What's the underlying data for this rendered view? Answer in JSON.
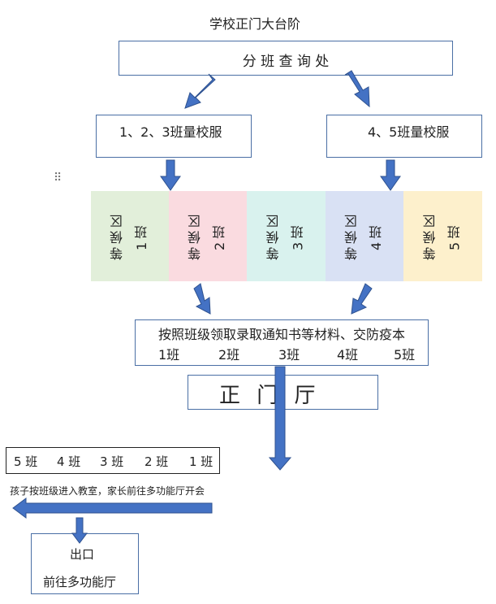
{
  "title": "学校正门大台阶",
  "enquiry": "分 班 查 询 处",
  "uniform_left": "1、2、3班量校服",
  "uniform_right": "4、5班量校服",
  "zones": [
    {
      "class_label": "1班",
      "wait_label": "等候区",
      "color": "#e2efda"
    },
    {
      "class_label": "2班",
      "wait_label": "等候区",
      "color": "#fadbe0"
    },
    {
      "class_label": "3班",
      "wait_label": "等候区",
      "color": "#d9f2ee"
    },
    {
      "class_label": "4班",
      "wait_label": "等候区",
      "color": "#d9e1f4"
    },
    {
      "class_label": "5班",
      "wait_label": "等候区",
      "color": "#fdf0cc"
    }
  ],
  "collect": {
    "line1": "按照班级领取录取通知书等材料、交防疫本",
    "classes": [
      "1班",
      "2班",
      "3班",
      "4班",
      "5班"
    ]
  },
  "main_hall": "正  门  厅",
  "classroom_row": [
    "5 班",
    "4 班",
    "3 班",
    "2 班",
    "1 班"
  ],
  "instruction": "孩子按班级进入教室，家长前往多功能厅开会",
  "exit": {
    "line1": "出口",
    "line2": "前往多功能厅"
  },
  "colors": {
    "arrow": "#4472c4",
    "arrow_dark": "#2f528f",
    "box_border": "#4a6fa5"
  }
}
